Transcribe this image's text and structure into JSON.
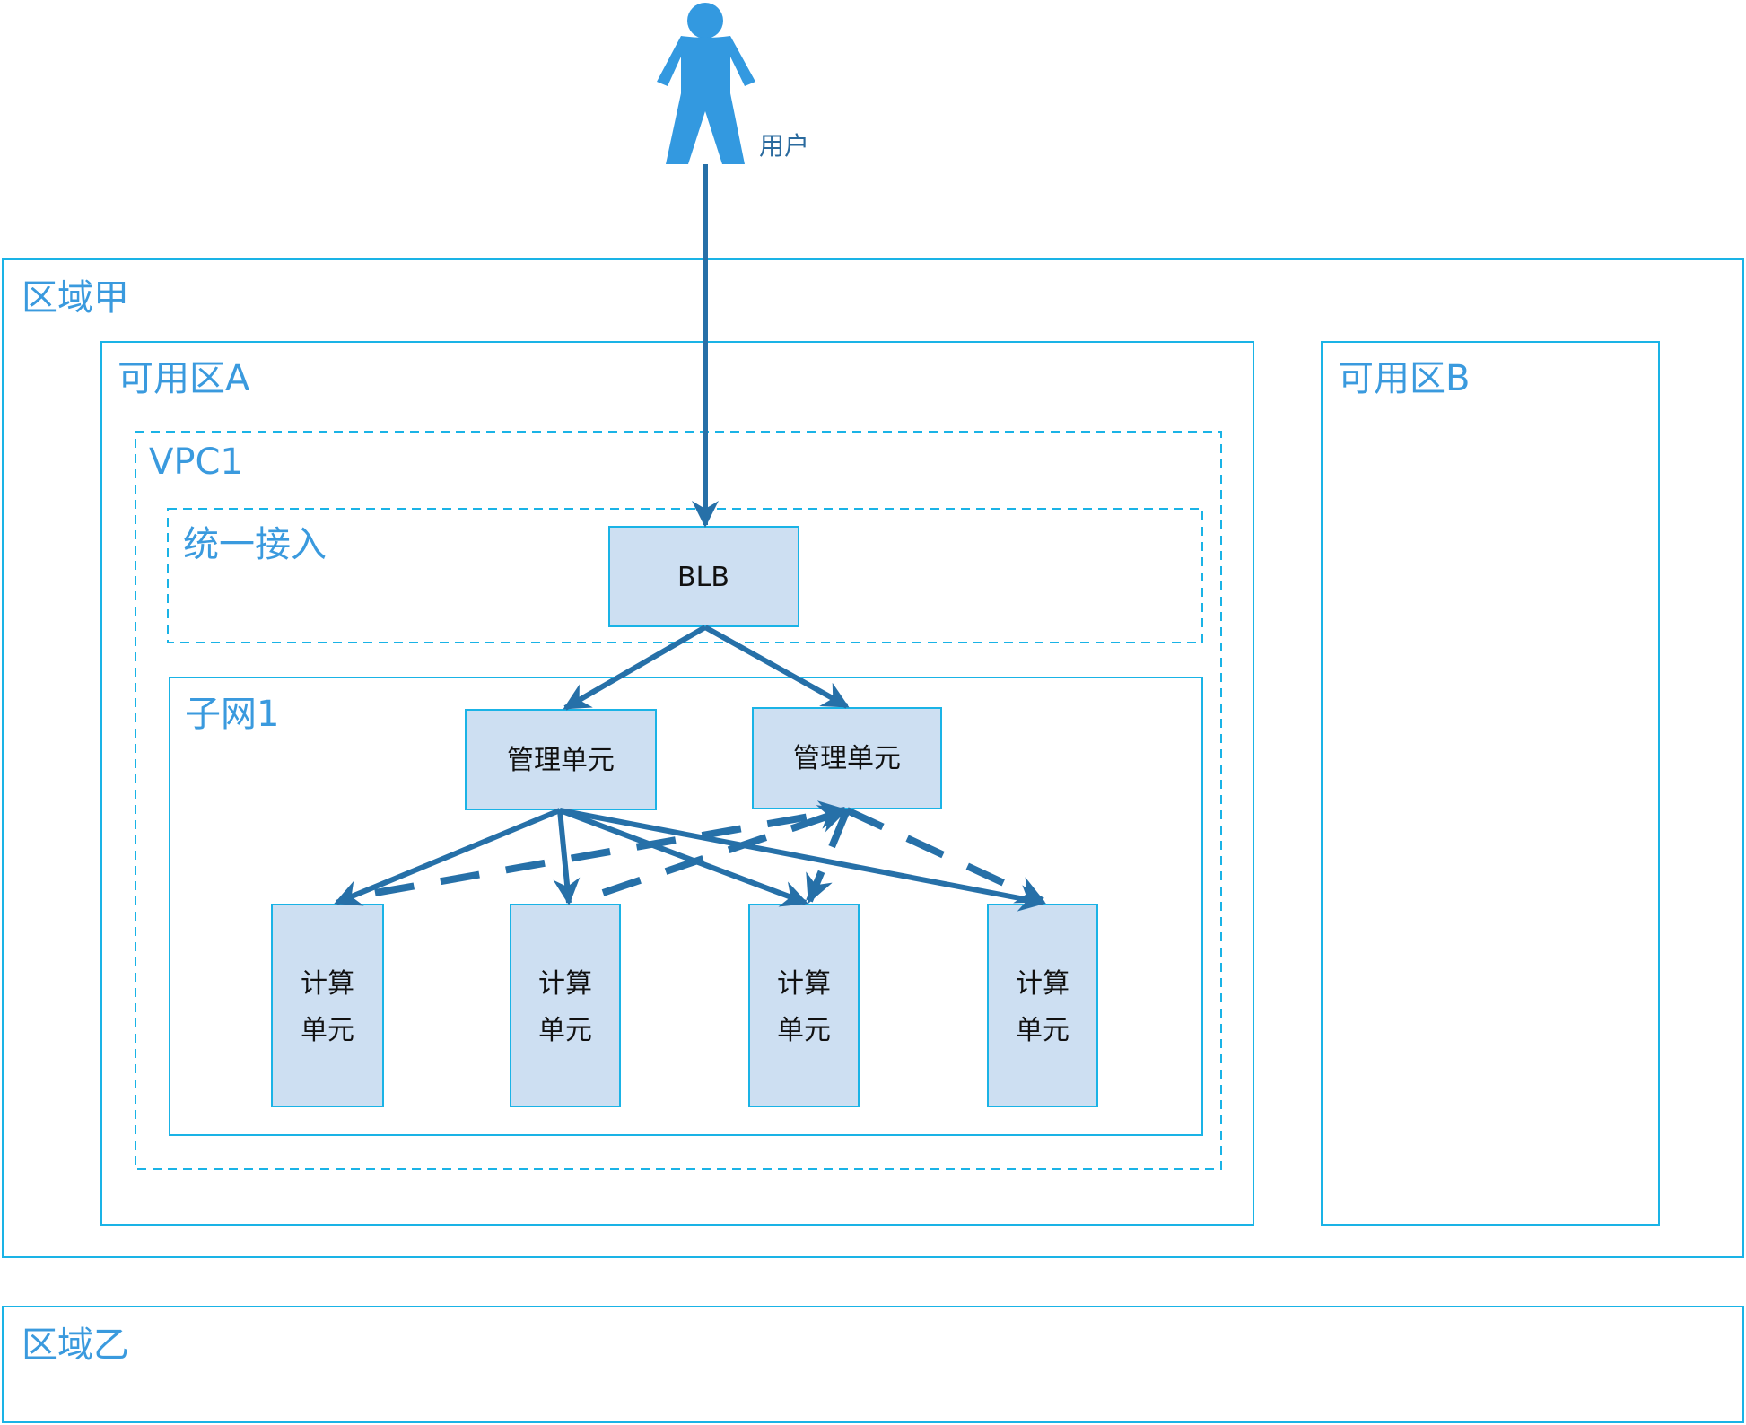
{
  "colors": {
    "frame": "#1ab3e6",
    "node_fill": "#cddff2",
    "edge": "#2670a8",
    "zone_label": "#3a9ade",
    "person": "#3399e0"
  },
  "user": {
    "label": "用户",
    "icon": "person-icon"
  },
  "regions": [
    {
      "id": "region-a",
      "label": "区域甲"
    },
    {
      "id": "region-b",
      "label": "区域乙"
    }
  ],
  "zones": {
    "az_a": "可用区A",
    "az_b": "可用区B",
    "vpc": "VPC1",
    "access": "统一接入",
    "subnet": "子网1"
  },
  "nodes": {
    "blb": "BLB",
    "mgmt": [
      "管理单元",
      "管理单元"
    ],
    "compute": [
      {
        "line1": "计算",
        "line2": "单元"
      },
      {
        "line1": "计算",
        "line2": "单元"
      },
      {
        "line1": "计算",
        "line2": "单元"
      },
      {
        "line1": "计算",
        "line2": "单元"
      }
    ]
  },
  "edges": [
    {
      "from": "user",
      "to": "blb",
      "style": "solid"
    },
    {
      "from": "blb",
      "to": "mgmt-1",
      "style": "solid"
    },
    {
      "from": "blb",
      "to": "mgmt-2",
      "style": "solid"
    },
    {
      "from": "mgmt-1",
      "to": "compute-1",
      "style": "solid"
    },
    {
      "from": "mgmt-1",
      "to": "compute-2",
      "style": "solid"
    },
    {
      "from": "mgmt-1",
      "to": "compute-3",
      "style": "solid"
    },
    {
      "from": "mgmt-1",
      "to": "compute-4",
      "style": "solid"
    },
    {
      "from": "compute-1",
      "to": "mgmt-2",
      "style": "dashed"
    },
    {
      "from": "compute-2",
      "to": "mgmt-2",
      "style": "dashed"
    },
    {
      "from": "mgmt-2",
      "to": "compute-3",
      "style": "dashed"
    },
    {
      "from": "mgmt-2",
      "to": "compute-4",
      "style": "dashed"
    }
  ]
}
